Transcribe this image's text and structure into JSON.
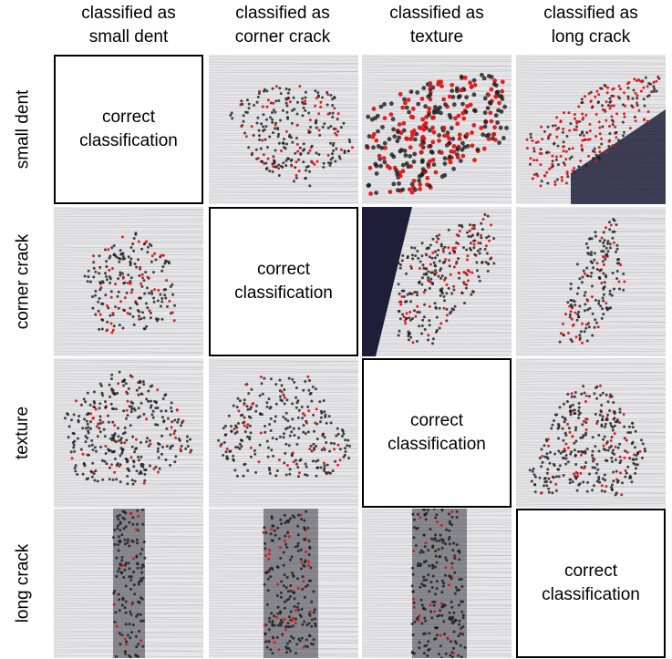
{
  "columns": [
    {
      "line1": "classified as",
      "line2": "small dent"
    },
    {
      "line1": "classified as",
      "line2": "corner crack"
    },
    {
      "line1": "classified as",
      "line2": "texture"
    },
    {
      "line1": "classified as",
      "line2": "long crack"
    }
  ],
  "rows": [
    "small dent",
    "corner crack",
    "texture",
    "long crack"
  ],
  "correct_text": {
    "line1": "correct",
    "line2": "classification"
  },
  "colors": {
    "point_dark": "#1a1a1a",
    "point_red": "#e01515",
    "scanline": "#9a9aa8",
    "background": "#e6e6e8",
    "dark_panel": "#1e1e38"
  }
}
